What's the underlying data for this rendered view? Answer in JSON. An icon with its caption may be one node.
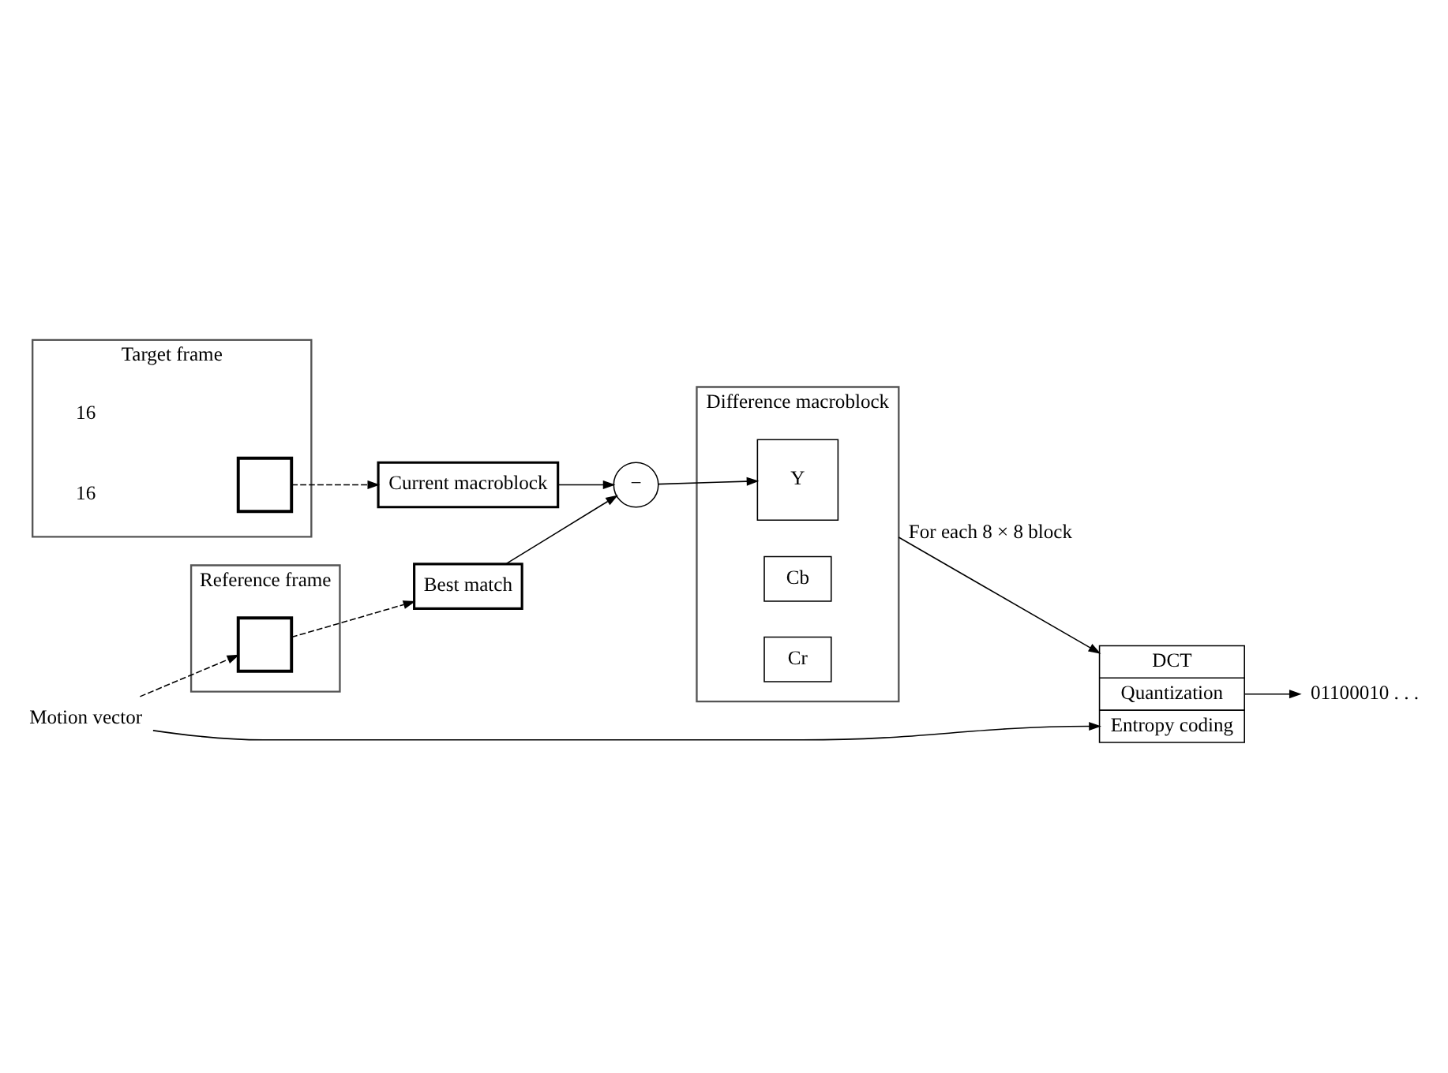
{
  "diagram": {
    "nodes": [
      {
        "text": [
          "Target frame"
        ]
      },
      {
        "text": [],
        "shape": "box",
        "in": 0
      },
      {
        "text": [
          "Current macroblock"
        ]
      },
      {
        "text": [
          "Reference frame"
        ]
      },
      {
        "text": [],
        "shape": "box",
        "in": 3
      },
      {
        "text": [
          "Best match"
        ]
      },
      {
        "text": [
          "−"
        ]
      },
      {
        "text": [
          "Difference macroblock"
        ]
      },
      {
        "text": [
          "Y"
        ],
        "in": 7
      },
      {
        "text": [
          "Cb"
        ],
        "in": 7
      },
      {
        "text": [
          "Cr"
        ],
        "in": 7
      },
      {
        "text": [
          "DCT",
          "Quantization",
          "Entropy coding"
        ]
      },
      {
        "text": [
          "Motion vector"
        ]
      },
      {
        "text": [
          "01100010 . . ."
        ]
      }
    ],
    "edges": [
      {
        "from": 1,
        "to": 2,
        "arrow": "to",
        "style": "dashed"
      },
      {
        "from": 2,
        "to": 6,
        "arrow": "to"
      },
      {
        "from": 4,
        "to": 5,
        "arrow": "to",
        "style": "dashed"
      },
      {
        "from": 5,
        "to": 6,
        "arrow": "to"
      },
      {
        "from": 6,
        "to": 8,
        "arrow": "to"
      },
      {
        "from": 7,
        "to": 11,
        "arrow": "to",
        "label": "For each 8 × 8 block"
      },
      {
        "from": 12,
        "to": 4,
        "arrow": "to",
        "style": "dashed"
      },
      {
        "from": 12,
        "to": 11,
        "arrow": "to"
      },
      {
        "from": 11,
        "to": 13,
        "arrow": "to"
      }
    ],
    "labels": [
      "16",
      "16"
    ]
  }
}
